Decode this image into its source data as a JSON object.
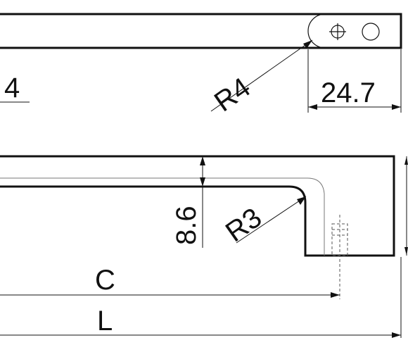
{
  "drawing": {
    "title": "",
    "top_view": {
      "left_dimension_fragment": "4",
      "end_radius_label": "R4",
      "end_width_label": "24.7"
    },
    "side_view": {
      "thickness_label": "8.6",
      "bend_radius_label": "R3",
      "center_distance_label": "C",
      "overall_length_label": "L"
    }
  }
}
